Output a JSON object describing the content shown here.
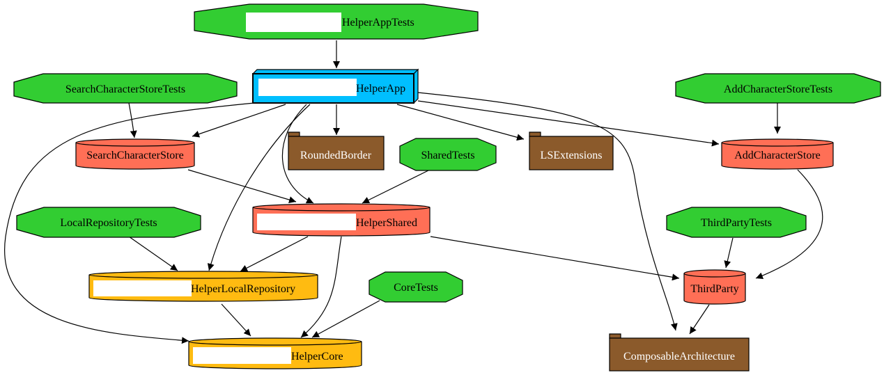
{
  "colors": {
    "test_fill": "#32CD32",
    "app_fill": "#00BFFF",
    "module_fill": "#FF6F56",
    "core_fill": "#FFBB11",
    "external_fill": "#8B5A2B",
    "redaction": "#FFFFFF",
    "stroke": "#000000"
  },
  "nodes": {
    "helper_app_tests": {
      "label": "HelperAppTests",
      "shape": "octagon",
      "kind": "test"
    },
    "helper_app": {
      "label": "HelperApp",
      "shape": "box3d",
      "kind": "app"
    },
    "search_tests": {
      "label": "SearchCharacterStoreTests",
      "shape": "octagon",
      "kind": "test"
    },
    "add_tests": {
      "label": "AddCharacterStoreTests",
      "shape": "octagon",
      "kind": "test"
    },
    "search_store": {
      "label": "SearchCharacterStore",
      "shape": "cylinder",
      "kind": "module"
    },
    "rounded_border": {
      "label": "RoundedBorder",
      "shape": "folder",
      "kind": "external"
    },
    "shared_tests": {
      "label": "SharedTests",
      "shape": "octagon",
      "kind": "test"
    },
    "ls_extensions": {
      "label": "LSExtensions",
      "shape": "folder",
      "kind": "external"
    },
    "add_store": {
      "label": "AddCharacterStore",
      "shape": "cylinder",
      "kind": "module"
    },
    "local_repo_tests": {
      "label": "LocalRepositoryTests",
      "shape": "octagon",
      "kind": "test"
    },
    "helper_shared": {
      "label": "HelperShared",
      "shape": "cylinder",
      "kind": "module"
    },
    "third_party_tests": {
      "label": "ThirdPartyTests",
      "shape": "octagon",
      "kind": "test"
    },
    "helper_local_repo": {
      "label": "HelperLocalRepository",
      "shape": "cylinder",
      "kind": "core"
    },
    "core_tests": {
      "label": "CoreTests",
      "shape": "octagon",
      "kind": "test"
    },
    "third_party": {
      "label": "ThirdParty",
      "shape": "cylinder",
      "kind": "module"
    },
    "helper_core": {
      "label": "HelperCore",
      "shape": "cylinder",
      "kind": "core"
    },
    "composable": {
      "label": "ComposableArchitecture",
      "shape": "folder",
      "kind": "external"
    }
  },
  "edges": [
    {
      "from": "HelperAppTests",
      "to": "HelperApp"
    },
    {
      "from": "SearchCharacterStoreTests",
      "to": "SearchCharacterStore"
    },
    {
      "from": "HelperApp",
      "to": "SearchCharacterStore"
    },
    {
      "from": "HelperApp",
      "to": "RoundedBorder"
    },
    {
      "from": "HelperApp",
      "to": "LSExtensions"
    },
    {
      "from": "HelperApp",
      "to": "AddCharacterStore"
    },
    {
      "from": "HelperApp",
      "to": "HelperShared"
    },
    {
      "from": "HelperApp",
      "to": "HelperLocalRepository"
    },
    {
      "from": "HelperApp",
      "to": "HelperCore"
    },
    {
      "from": "HelperApp",
      "to": "ComposableArchitecture"
    },
    {
      "from": "AddCharacterStoreTests",
      "to": "AddCharacterStore"
    },
    {
      "from": "SearchCharacterStore",
      "to": "HelperShared"
    },
    {
      "from": "SharedTests",
      "to": "HelperShared"
    },
    {
      "from": "AddCharacterStore",
      "to": "ThirdParty"
    },
    {
      "from": "LocalRepositoryTests",
      "to": "HelperLocalRepository"
    },
    {
      "from": "HelperShared",
      "to": "HelperLocalRepository"
    },
    {
      "from": "HelperShared",
      "to": "HelperCore"
    },
    {
      "from": "HelperShared",
      "to": "ThirdParty"
    },
    {
      "from": "ThirdPartyTests",
      "to": "ThirdParty"
    },
    {
      "from": "HelperLocalRepository",
      "to": "HelperCore"
    },
    {
      "from": "CoreTests",
      "to": "HelperCore"
    },
    {
      "from": "ThirdParty",
      "to": "ComposableArchitecture"
    }
  ]
}
